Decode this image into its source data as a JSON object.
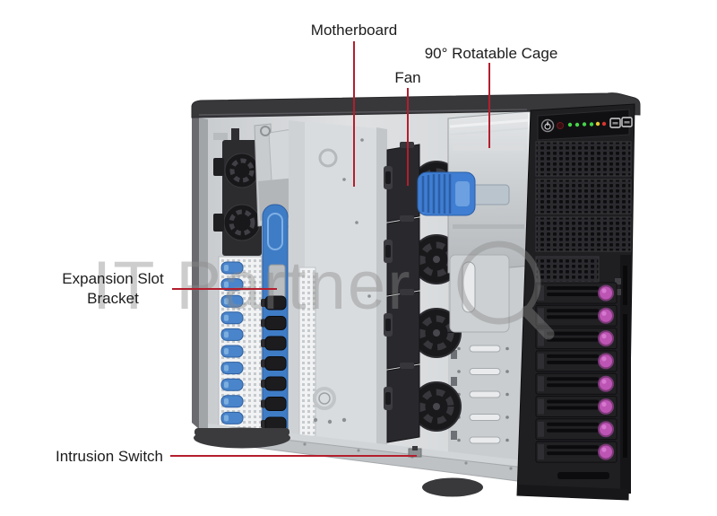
{
  "diagram": {
    "subject": "Tower server chassis with side panel removed, annotated parts",
    "callouts": [
      {
        "id": "motherboard",
        "label": "Motherboard"
      },
      {
        "id": "fan",
        "label": "Fan"
      },
      {
        "id": "rotatable-cage",
        "label": "90° Rotatable Cage"
      },
      {
        "id": "expansion-slot-bracket",
        "label": "Expansion Slot Bracket"
      },
      {
        "id": "intrusion-switch",
        "label": "Intrusion Switch"
      }
    ]
  },
  "watermark": {
    "text": "IT Partner",
    "icon": "magnifier-icon"
  },
  "hardware": {
    "drive_tray_count": 8,
    "vent_bay_count": 3,
    "fan_module_count": 4,
    "expansion_latch_count": 10,
    "front_panel": {
      "power_button": true,
      "usb_port_count": 2,
      "led_colors": [
        "green",
        "green",
        "green",
        "green",
        "yellow",
        "red"
      ]
    }
  },
  "colors": {
    "leader_line_red": "#b41e2d",
    "label_text": "#1c1c1c",
    "accent_blue": "#4a85cb",
    "drive_latch_magenta": "#bc55b4",
    "chassis_dark": "#202023",
    "chassis_silver": "#d2d5d7",
    "watermark_gray": "#8a8a8a"
  }
}
